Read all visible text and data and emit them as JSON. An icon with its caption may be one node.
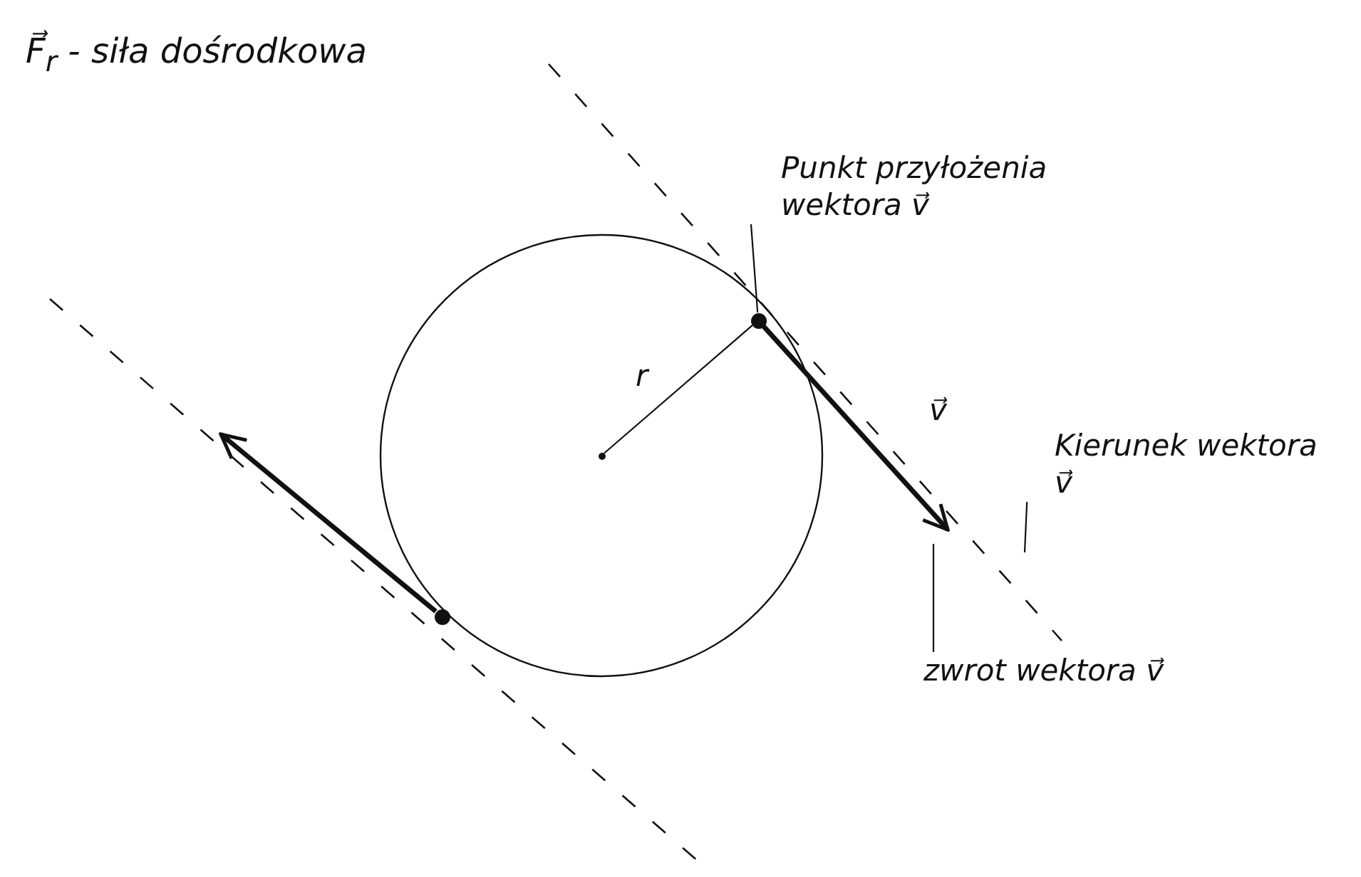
{
  "diagram": {
    "nodes": [
      {
        "text": [
          "Punkt przyłożenia wektora v⃗"
        ]
      },
      {
        "text": [],
        "shape": "circle"
      },
      {
        "text": [],
        "shape": "circle"
      },
      {
        "text": [],
        "shape": "circle"
      },
      {
        "text": [
          "Kierunek wektora v⃗"
        ]
      },
      {
        "text": [
          "zwrot wektora v⃗"
        ]
      }
    ],
    "edges": [
      {
        "from": 0,
        "to": 1,
        "arrow": "none"
      },
      {
        "from": 2,
        "to": 1,
        "arrow": "none",
        "label": "r"
      },
      {
        "from": 1,
        "to": null,
        "arrow": "to",
        "label": "v⃗",
        "style": "thick"
      },
      {
        "from": 3,
        "to": null,
        "arrow": "to",
        "style": "thick"
      },
      {
        "from": 4,
        "to": null,
        "arrow": "none"
      },
      {
        "from": 5,
        "to": null,
        "arrow": "none"
      }
    ],
    "labels": [
      "F⃗$_{r}$ - siła dośrodkowa"
    ]
  }
}
